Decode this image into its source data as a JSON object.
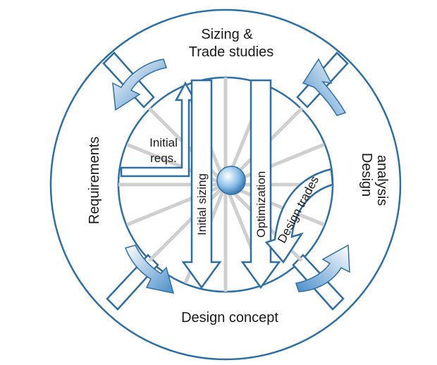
{
  "segments": {
    "top": "Sizing &",
    "top_line2": "Trade studies",
    "right_line1": "Design",
    "right_line2": "analysis",
    "bottom": "Design concept",
    "left": "Requirements"
  },
  "inner": {
    "initial_reqs_line1": "Initial",
    "initial_reqs_line2": "reqs.",
    "initial_sizing": "Initial sizing",
    "optimization": "Optimization",
    "design_trades": "Design trades"
  },
  "colors": {
    "outline": "#2a6fa8",
    "arrow_fill": "#5b9bd0",
    "hub": "#6aa8e0",
    "spoke": "#c8c8c8"
  }
}
